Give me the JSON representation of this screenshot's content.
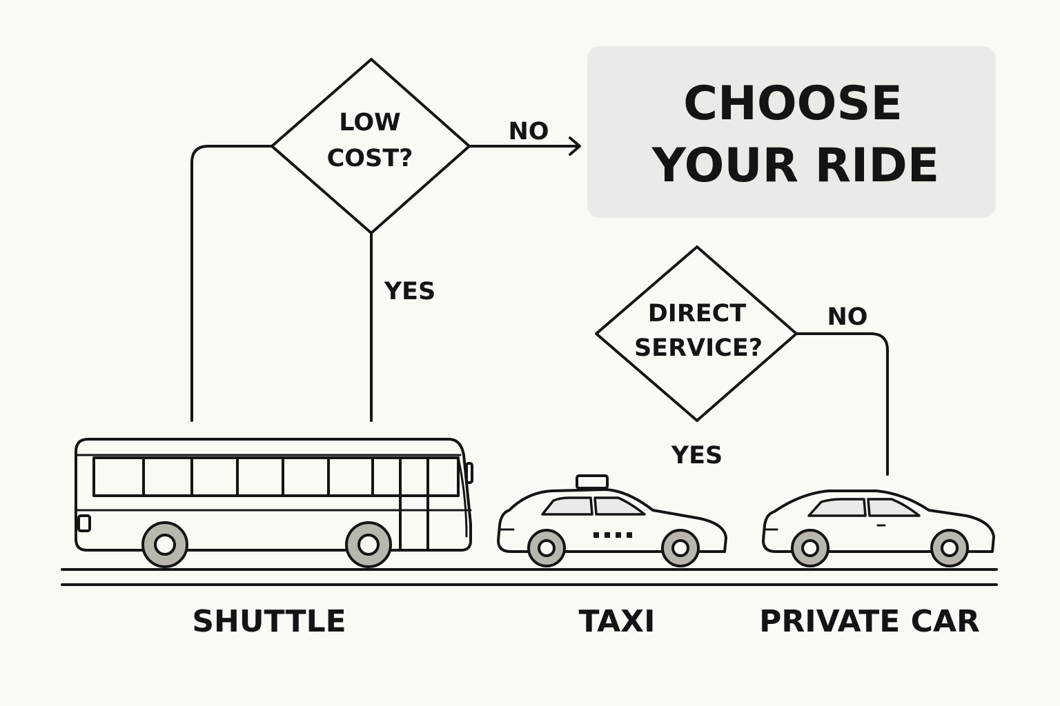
{
  "title": {
    "line1": "CHOOSE",
    "line2": "YOUR RIDE"
  },
  "decisions": {
    "low_cost": {
      "line1": "LOW",
      "line2": "COST?",
      "yes_label": "YES",
      "no_label": "NO"
    },
    "direct_service": {
      "line1": "DIRECT",
      "line2": "SERVICE?",
      "yes_label": "YES",
      "no_label": "NO"
    }
  },
  "vehicles": {
    "shuttle": "SHUTTLE",
    "taxi": "TAXI",
    "private_car": "PRIVATE CAR"
  },
  "colors": {
    "background": "#faf9f4",
    "ink": "#141414",
    "title_box": "#ebeae6",
    "tire": "#b9b6ae"
  },
  "icons": [
    "bus-icon",
    "taxi-icon",
    "car-icon",
    "arrow-right-icon"
  ]
}
